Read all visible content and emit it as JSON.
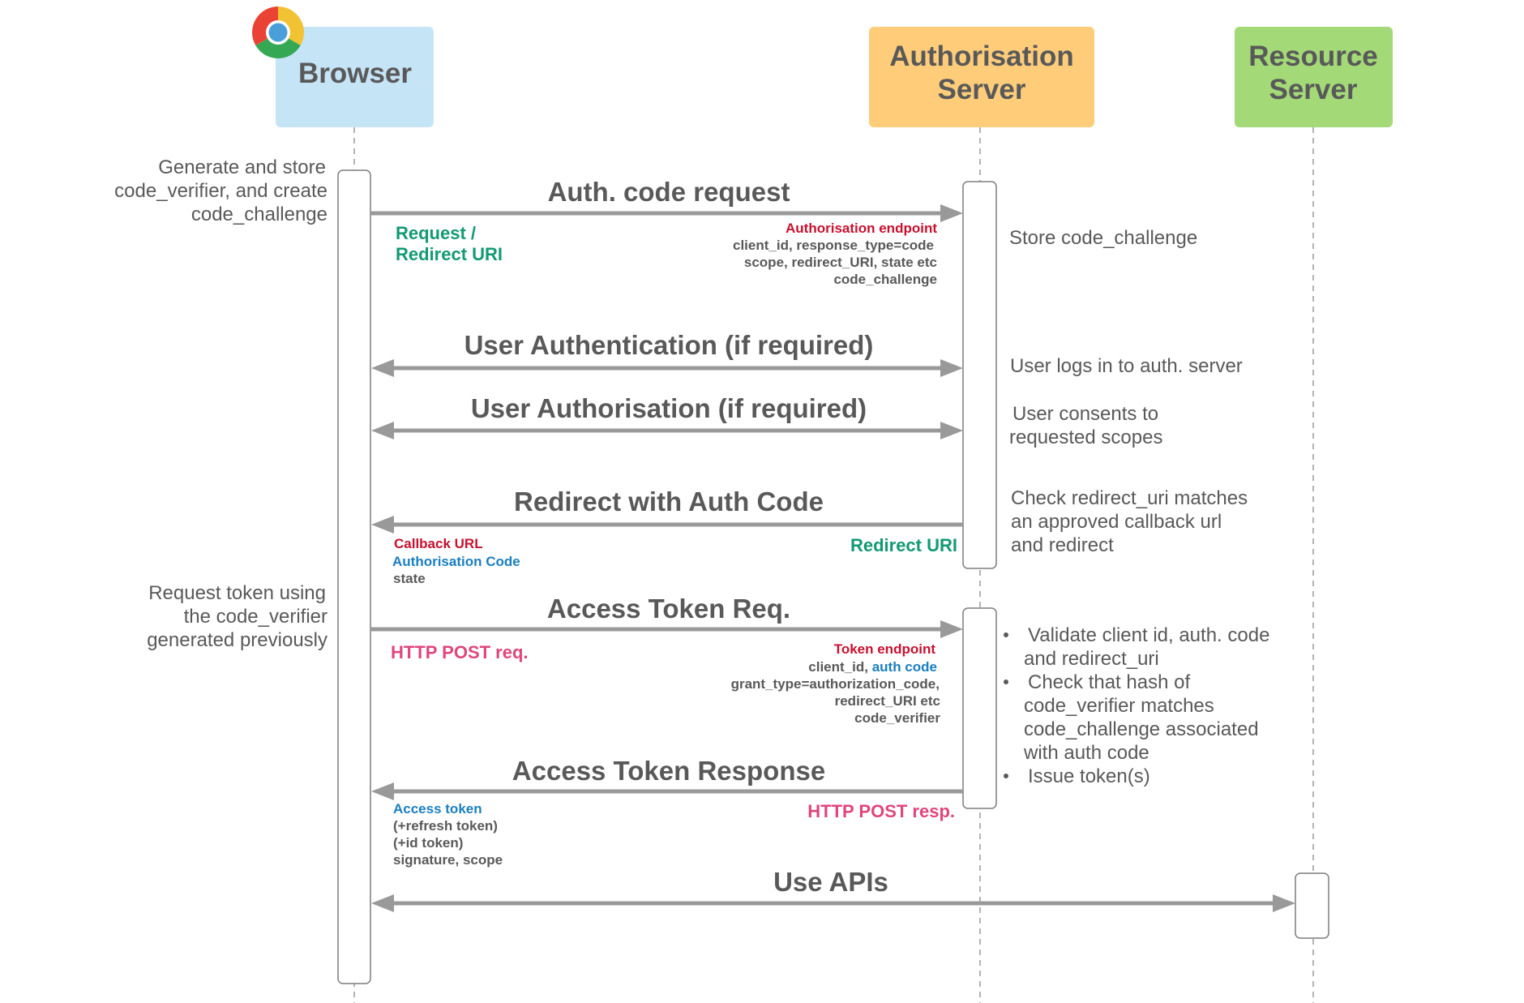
{
  "participants": {
    "browser": {
      "label": "Browser",
      "fill": "#c5e4f6"
    },
    "auth_server": {
      "line1": "Authorisation",
      "line2": "Server",
      "fill": "#ffcd7a"
    },
    "resource_server": {
      "line1": "Resource",
      "line2": "Server",
      "fill": "#a3d977"
    }
  },
  "icons": {
    "browser_logo": "chrome-logo-icon"
  },
  "colors": {
    "text": "#595959",
    "arrow": "#999999",
    "green": "#129a72",
    "red": "#c8102e",
    "blue": "#1a7fc1",
    "pink": "#e0467c"
  },
  "notes_left": {
    "generate": [
      "Generate and store",
      "code_verifier, and create",
      "code_challenge"
    ],
    "request_token": [
      "Request token using",
      "the code_verifier",
      "generated previously"
    ]
  },
  "messages": {
    "auth_code_request": {
      "label": "Auth. code request",
      "left_tag": [
        "Request /",
        "Redirect URI"
      ],
      "endpoint": "Authorisation endpoint",
      "params": [
        "client_id, response_type=code",
        "scope, redirect_URI, state etc",
        "code_challenge"
      ]
    },
    "user_authentication": {
      "label": "User Authentication (if required)"
    },
    "user_authorisation": {
      "label": "User Authorisation  (if required)"
    },
    "redirect_with_code": {
      "label": "Redirect with Auth Code",
      "callback": "Callback URL",
      "auth_code": "Authorisation Code",
      "state": "state",
      "right_tag": "Redirect URI"
    },
    "access_token_req": {
      "label": "Access Token Req.",
      "left_tag": "HTTP POST req.",
      "endpoint": "Token endpoint",
      "param_client": "client_id, ",
      "param_auth_code": "auth code",
      "params": [
        "grant_type=authorization_code,",
        "redirect_URI etc",
        "code_verifier"
      ]
    },
    "access_token_response": {
      "label": "Access Token Response",
      "access_token": "Access token",
      "details": [
        "(+refresh token)",
        "(+id token)",
        "signature, scope"
      ],
      "right_tag": "HTTP POST resp."
    },
    "use_apis": {
      "label": "Use APIs"
    }
  },
  "notes_right": {
    "store": "Store code_challenge",
    "logs_in": "User logs in to auth. server",
    "consents": [
      "User consents to",
      "requested scopes"
    ],
    "check_redirect": [
      "Check redirect_uri matches",
      "an approved callback url",
      "and redirect"
    ],
    "bullets": [
      [
        "Validate client id, auth. code",
        "and redirect_uri"
      ],
      [
        "Check that hash of",
        "code_verifier matches",
        "code_challenge associated",
        "with auth code"
      ],
      [
        "Issue token(s)"
      ]
    ]
  }
}
